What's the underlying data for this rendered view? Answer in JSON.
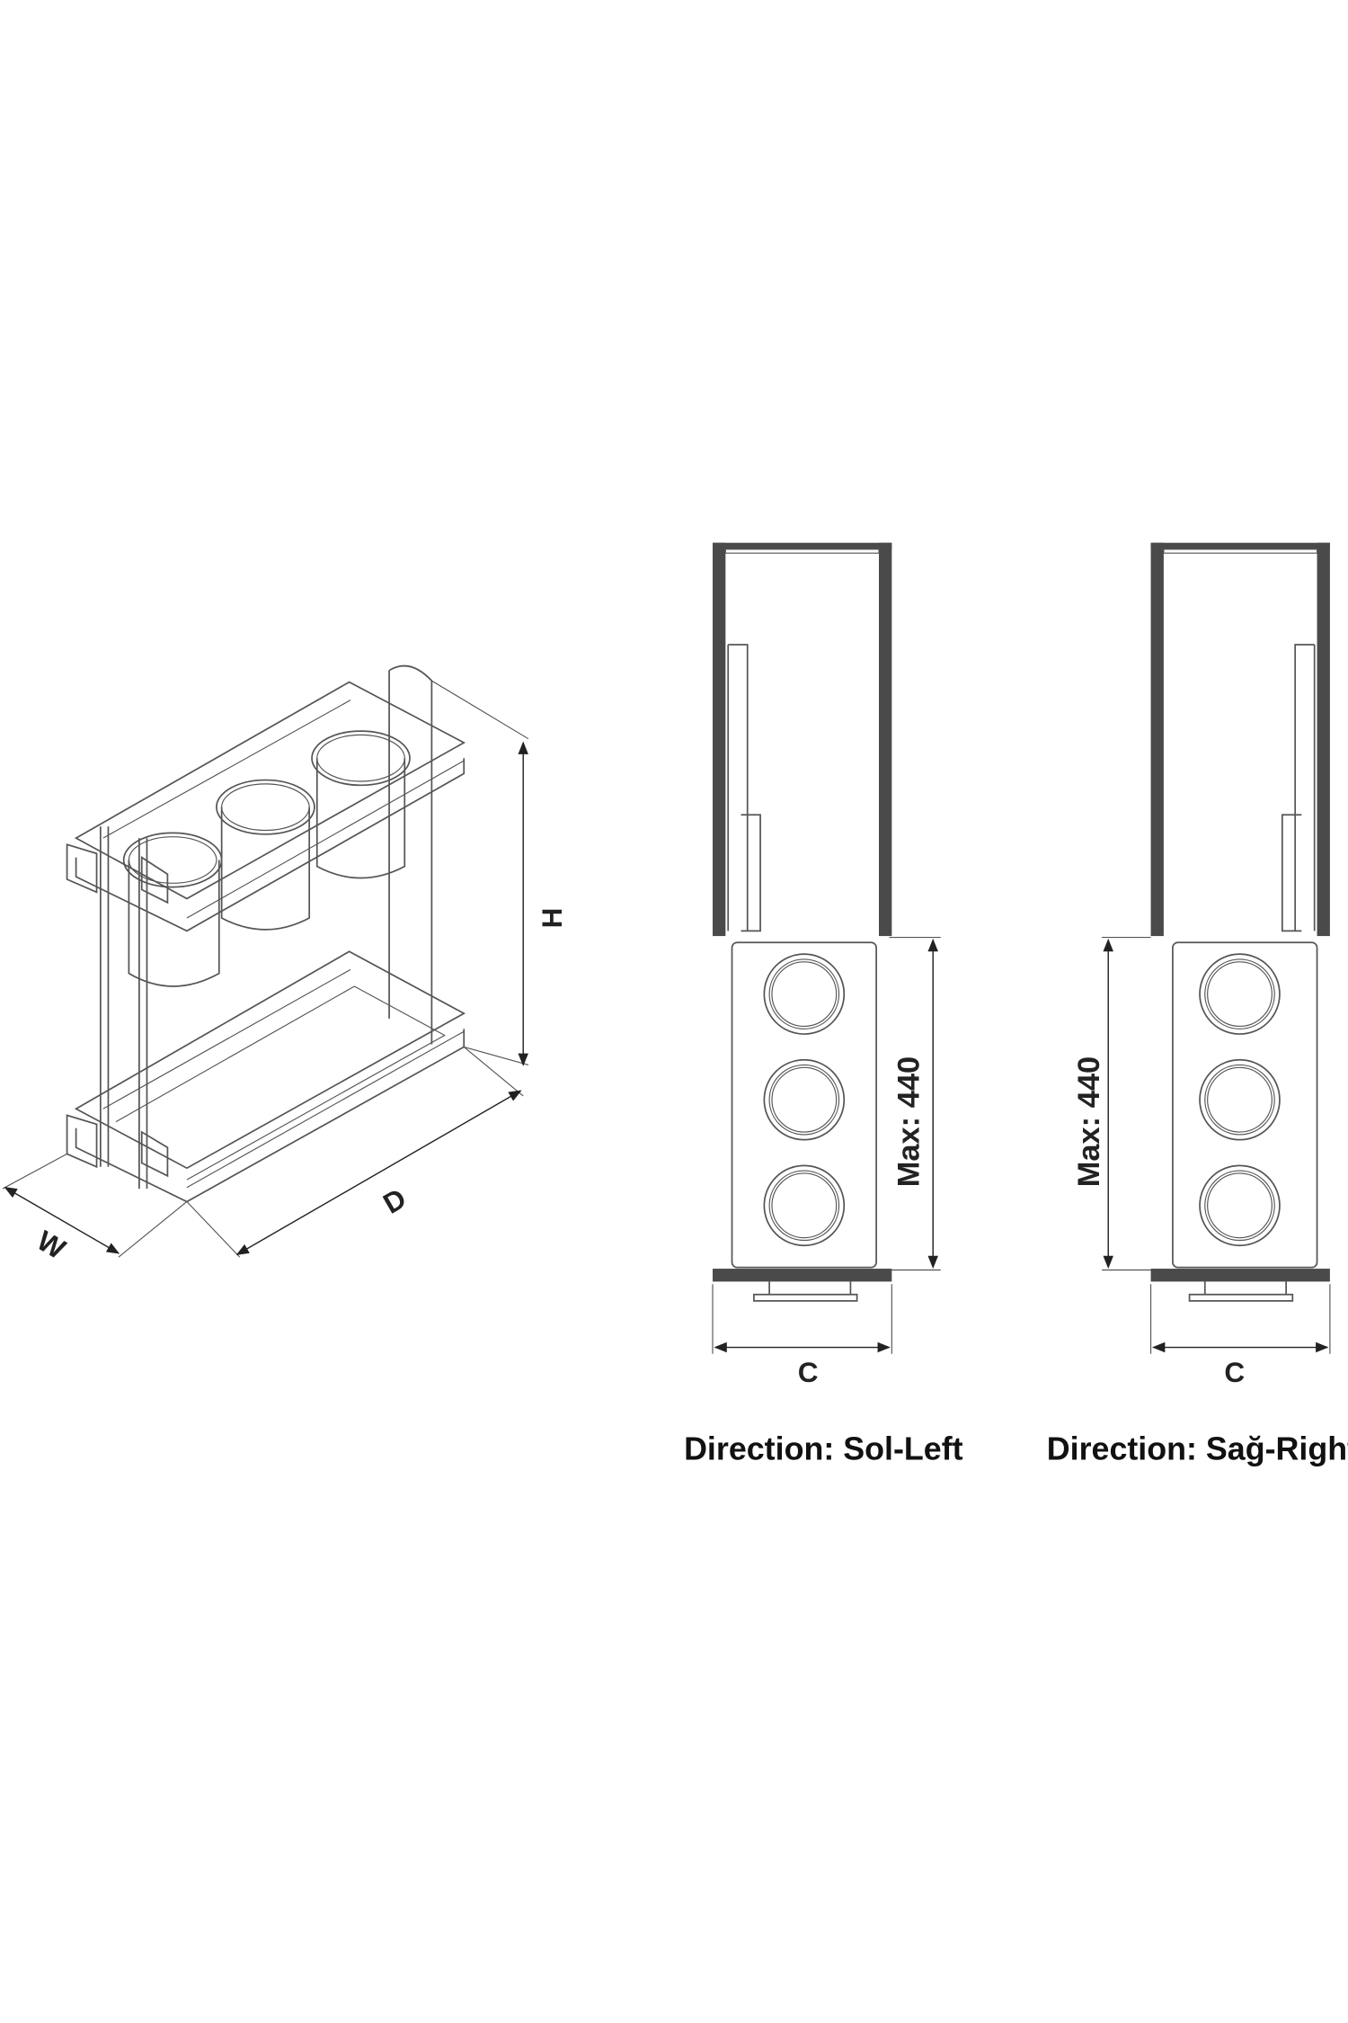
{
  "isometric_view": {
    "height_label": "H",
    "depth_label": "D",
    "width_label": "W"
  },
  "left_view": {
    "max_label": "Max: 440",
    "width_label": "C",
    "direction_label": "Direction: Sol-Left"
  },
  "right_view": {
    "max_label": "Max: 440",
    "width_label": "C",
    "direction_label": "Direction: Sağ-Right"
  },
  "colors": {
    "panel": "#4a4a4a",
    "line": "#555555"
  }
}
